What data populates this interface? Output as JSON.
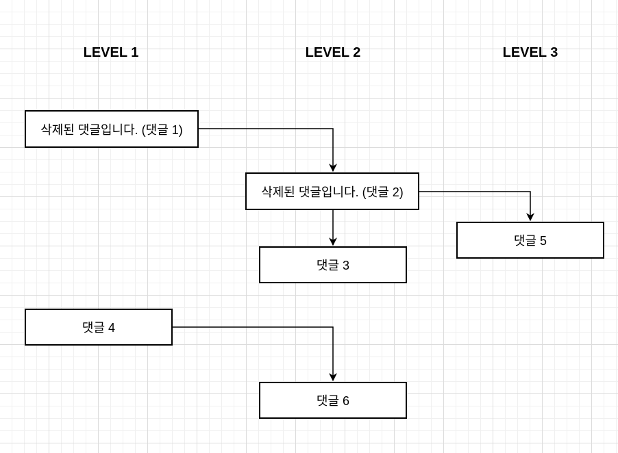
{
  "levels": {
    "level1": "LEVEL 1",
    "level2": "LEVEL 2",
    "level3": "LEVEL 3"
  },
  "nodes": {
    "c1": "삭제된 댓글입니다. (댓글 1)",
    "c2": "삭제된 댓글입니다. (댓글 2)",
    "c3": "댓글 3",
    "c4": "댓글 4",
    "c5": "댓글 5",
    "c6": "댓글 6"
  },
  "colors": {
    "stroke": "#000000",
    "grid_major": "#dcdcdc",
    "grid_minor": "#f0f0f0",
    "background": "#ffffff"
  }
}
